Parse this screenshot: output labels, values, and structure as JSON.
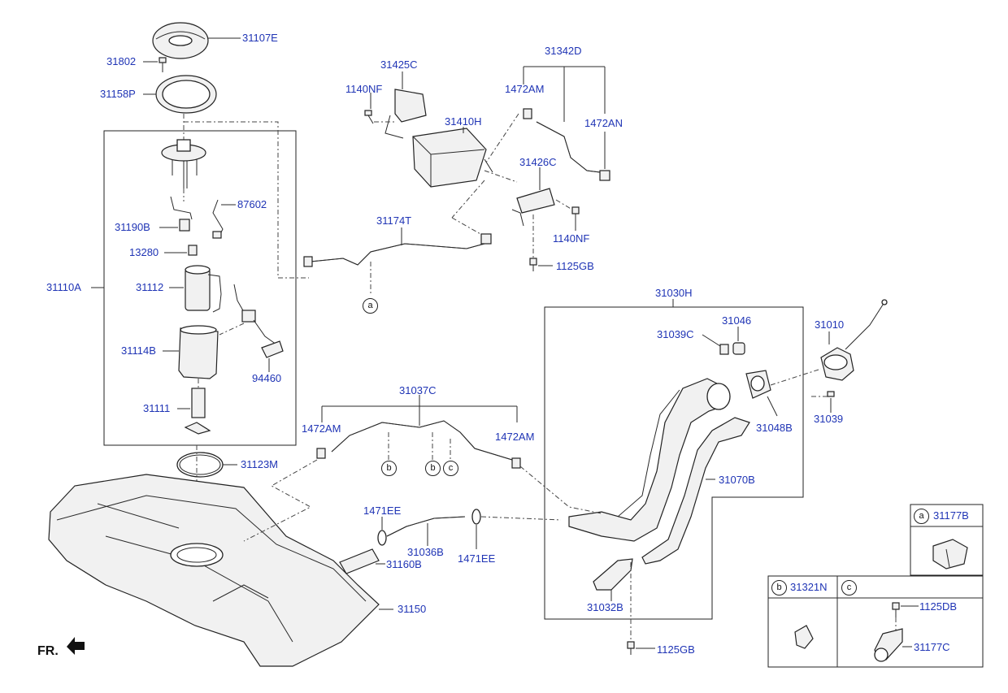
{
  "labels": {
    "p31107E": "31107E",
    "p31802": "31802",
    "p31158P": "31158P",
    "p31110A": "31110A",
    "p87602": "87602",
    "p31190B": "31190B",
    "p13280": "13280",
    "p31112": "31112",
    "p31114B": "31114B",
    "p94460": "94460",
    "p31111": "31111",
    "p31123M": "31123M",
    "p31425C": "31425C",
    "p1140NF_a": "1140NF",
    "p31410H": "31410H",
    "p31342D": "31342D",
    "p1472AM_a": "1472AM",
    "p1472AN": "1472AN",
    "p31426C": "31426C",
    "p1140NF_b": "1140NF",
    "p1125GB_a": "1125GB",
    "p31174T": "31174T",
    "p31030H": "31030H",
    "p31046": "31046",
    "p31039C": "31039C",
    "p31010": "31010",
    "p31048B": "31048B",
    "p31039": "31039",
    "p31070B": "31070B",
    "p31037C": "31037C",
    "p1472AM_b": "1472AM",
    "p1472AM_c": "1472AM",
    "p1471EE_a": "1471EE",
    "p31036B": "31036B",
    "p1471EE_b": "1471EE",
    "p31160B": "31160B",
    "p31150": "31150",
    "p31032B": "31032B",
    "p1125GB_b": "1125GB",
    "p31177B": "31177B",
    "p31321N": "31321N",
    "p1125DB": "1125DB",
    "p31177C": "31177C"
  },
  "callouts": {
    "a": "a",
    "b": "b",
    "c": "c"
  },
  "legend": {
    "a_letter": "a",
    "b_letter": "b",
    "c_letter": "c"
  },
  "orientation": {
    "fr": "FR."
  },
  "colors": {
    "label_blue": "#1f34b5",
    "line": "#2a2a2a"
  }
}
